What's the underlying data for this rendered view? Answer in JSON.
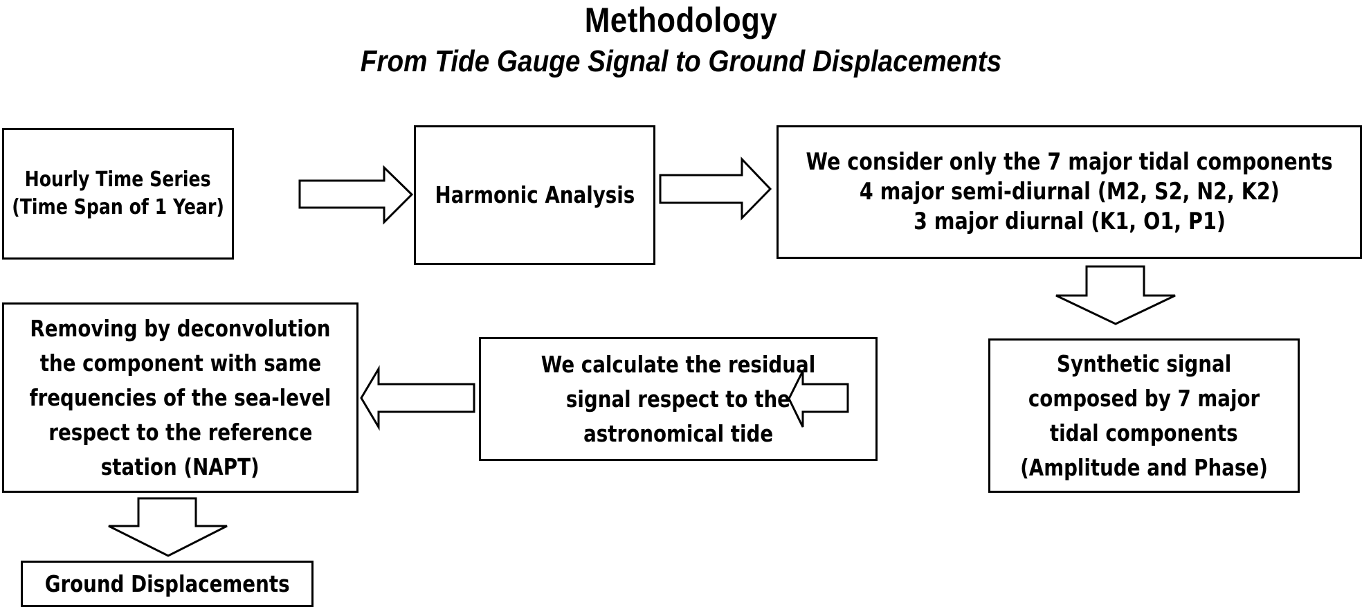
{
  "header": {
    "title": "Methodology",
    "subtitle": "From Tide Gauge Signal to Ground Displacements"
  },
  "flow": {
    "steps": [
      {
        "id": "hourly-time-series",
        "lines": [
          "Hourly Time Series",
          "(Time Span of 1 Year)"
        ]
      },
      {
        "id": "harmonic-analysis",
        "lines": [
          "Harmonic Analysis"
        ]
      },
      {
        "id": "major-tidal-components",
        "lines": [
          "We consider only the 7 major tidal components",
          "4 major semi-diurnal (M2, S2, N2, K2)",
          "3 major diurnal (K1, O1, P1)"
        ]
      },
      {
        "id": "synthetic-signal",
        "lines": [
          "Synthetic signal",
          "composed by 7 major",
          "tidal components",
          "(Amplitude and Phase)"
        ]
      },
      {
        "id": "residual-signal",
        "lines": [
          "We calculate the residual",
          "signal respect to the",
          "astronomical tide"
        ]
      },
      {
        "id": "deconvolution",
        "lines": [
          "Removing by deconvolution",
          "the component with same",
          "frequencies of the sea-level",
          "respect to the reference",
          "station (NAPT)"
        ]
      },
      {
        "id": "ground-displacements",
        "lines": [
          "Ground Displacements"
        ]
      }
    ],
    "connections": [
      {
        "from": "hourly-time-series",
        "to": "harmonic-analysis",
        "direction": "right"
      },
      {
        "from": "harmonic-analysis",
        "to": "major-tidal-components",
        "direction": "right"
      },
      {
        "from": "major-tidal-components",
        "to": "synthetic-signal",
        "direction": "down"
      },
      {
        "from": "synthetic-signal",
        "to": "residual-signal",
        "direction": "left"
      },
      {
        "from": "residual-signal",
        "to": "deconvolution",
        "direction": "left"
      },
      {
        "from": "deconvolution",
        "to": "ground-displacements",
        "direction": "down"
      }
    ]
  }
}
